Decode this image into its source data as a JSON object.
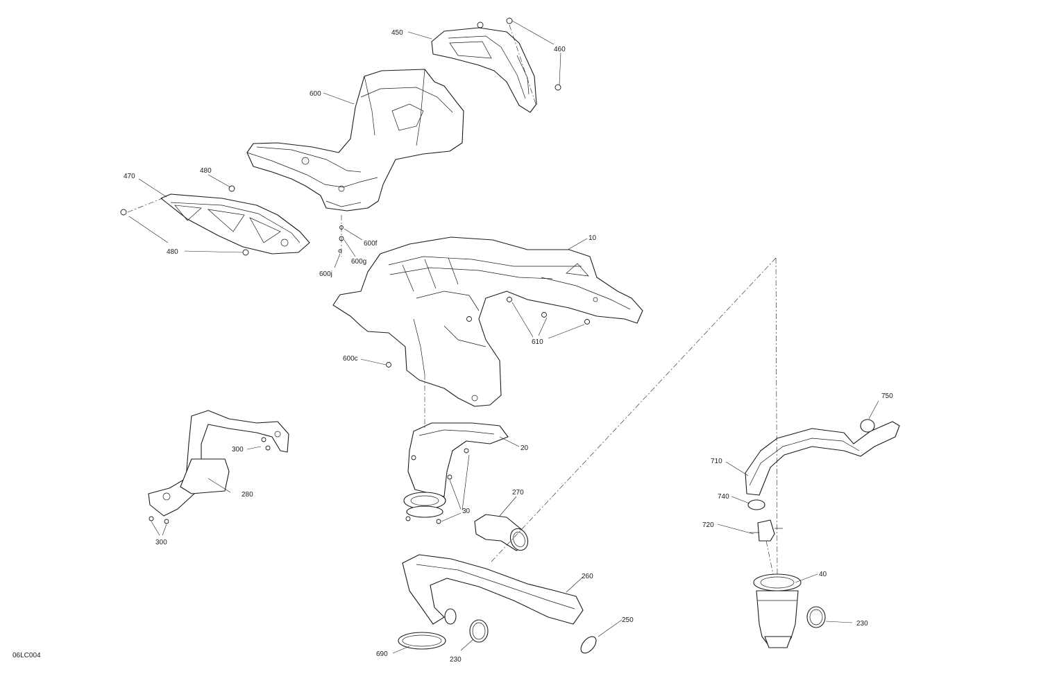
{
  "diagram": {
    "drawing_code": "06LC004",
    "callouts": {
      "c10": "10",
      "c20": "20",
      "c30": "30",
      "c40": "40",
      "c230a": "230",
      "c230b": "230",
      "c250": "250",
      "c260": "260",
      "c270": "270",
      "c280": "280",
      "c300a": "300",
      "c300b": "300",
      "c450": "450",
      "c460": "460",
      "c470": "470",
      "c480a": "480",
      "c480b": "480",
      "c600": "600",
      "c600c": "600c",
      "c600f": "600f",
      "c600g": "600g",
      "c600j": "600j",
      "c610": "610",
      "c690": "690",
      "c710": "710",
      "c720": "720",
      "c740": "740",
      "c750": "750"
    }
  }
}
